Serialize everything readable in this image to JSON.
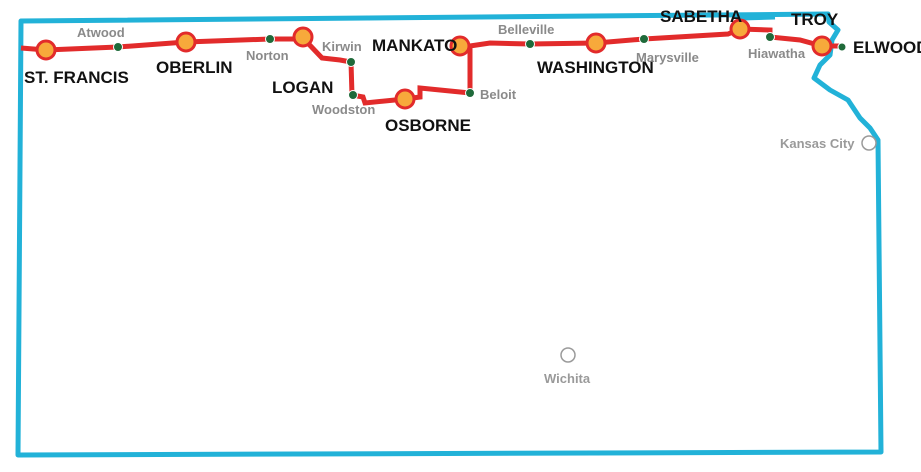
{
  "colors": {
    "border": "#22b2d8",
    "route": "#e22b2b",
    "major_fill": "#f7a93b",
    "major_stroke": "#e22b2b",
    "minor_fill": "#1f6a3a",
    "reference_fill": "#ffffff",
    "reference_stroke": "#9a9a9a"
  },
  "map": {
    "major_stops": [
      {
        "id": "st-francis",
        "label": "ST. FRANCIS"
      },
      {
        "id": "oberlin",
        "label": "OBERLIN"
      },
      {
        "id": "logan",
        "label": "LOGAN"
      },
      {
        "id": "osborne",
        "label": "OSBORNE"
      },
      {
        "id": "mankato",
        "label": "MANKATO"
      },
      {
        "id": "washington",
        "label": "WASHINGTON"
      },
      {
        "id": "sabetha",
        "label": "SABETHA"
      },
      {
        "id": "troy",
        "label": "TROY"
      },
      {
        "id": "elwood",
        "label": "ELWOOD"
      }
    ],
    "minor_stops": [
      {
        "id": "atwood",
        "label": "Atwood"
      },
      {
        "id": "norton",
        "label": "Norton"
      },
      {
        "id": "kirwin",
        "label": "Kirwin"
      },
      {
        "id": "woodston",
        "label": "Woodston"
      },
      {
        "id": "belleville",
        "label": "Belleville"
      },
      {
        "id": "beloit",
        "label": "Beloit"
      },
      {
        "id": "marysville",
        "label": "Marysville"
      },
      {
        "id": "hiawatha",
        "label": "Hiawatha"
      }
    ],
    "reference_cities": [
      {
        "id": "kansas-city",
        "label": "Kansas City"
      },
      {
        "id": "wichita",
        "label": "Wichita"
      }
    ]
  }
}
